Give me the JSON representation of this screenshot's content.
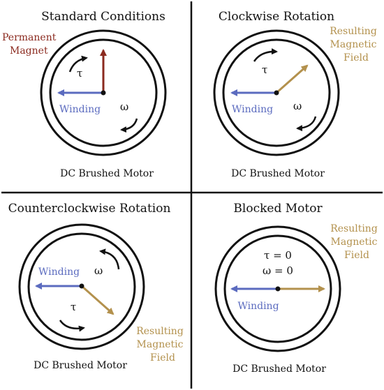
{
  "colors": {
    "winding": "#5b6bbf",
    "resulting_field": "#b3914d",
    "permanent_magnet": "#8b2a1f",
    "outline": "#111111"
  },
  "panels": [
    {
      "title": "Standard Conditions",
      "caption": "DC Brushed Motor",
      "winding_label": "Winding",
      "magnet_label": [
        "Permanent",
        "Magnet"
      ],
      "torque_symbol": "τ",
      "speed_symbol": "ω"
    },
    {
      "title": "Clockwise Rotation",
      "caption": "DC Brushed Motor",
      "winding_label": "Winding",
      "field_label": [
        "Resulting",
        "Magnetic",
        "Field"
      ],
      "torque_symbol": "τ",
      "speed_symbol": "ω"
    },
    {
      "title": "Counterclockwise Rotation",
      "caption": "DC Brushed Motor",
      "winding_label": "Winding",
      "field_label": [
        "Resulting",
        "Magnetic",
        "Field"
      ],
      "torque_symbol": "τ",
      "speed_symbol": "ω"
    },
    {
      "title": "Blocked Motor",
      "caption": "DC Brushed Motor",
      "winding_label": "Winding",
      "field_label": [
        "Resulting",
        "Magnetic",
        "Field"
      ],
      "torque_zero": "τ = 0",
      "speed_zero": "ω = 0"
    }
  ]
}
